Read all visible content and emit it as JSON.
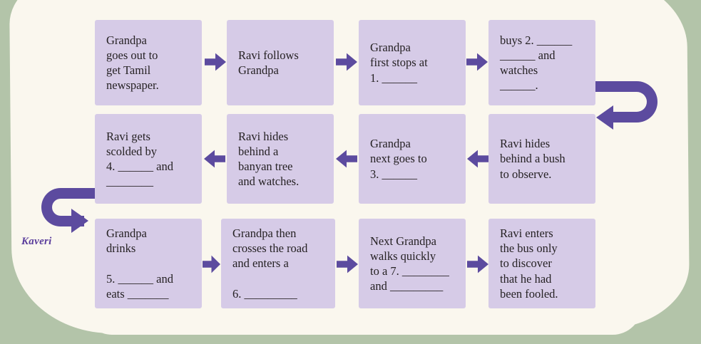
{
  "theme": {
    "canvas_background": "#b3c4a9",
    "paper_color": "#faf7ee",
    "box_fill": "#d6cbe7",
    "arrow_color": "#5c4b9f",
    "text_color": "#262224",
    "annotation_color": "#5a3d9c"
  },
  "annotation": {
    "label": "Kaveri"
  },
  "flowchart": {
    "boxes": [
      {
        "id": 1,
        "text": "Grandpa\ngoes out to\nget Tamil\nnewspaper."
      },
      {
        "id": 2,
        "text": "Ravi follows\nGrandpa"
      },
      {
        "id": 3,
        "text": "Grandpa\nfirst stops at\n1. ______"
      },
      {
        "id": 4,
        "text": "buys 2. ______\n______ and\nwatches\n______."
      },
      {
        "id": 5,
        "text": "Ravi hides\nbehind a bush\nto observe."
      },
      {
        "id": 6,
        "text": "Grandpa\nnext goes to\n3. ______"
      },
      {
        "id": 7,
        "text": "Ravi hides\nbehind a\nbanyan tree\nand watches."
      },
      {
        "id": 8,
        "text": "Ravi gets\nscolded by\n4. ______ and\n________"
      },
      {
        "id": 9,
        "text": "Grandpa\ndrinks\n\n5. ______ and\neats _______"
      },
      {
        "id": 10,
        "text": "Grandpa then\ncrosses the road\nand enters a\n\n6. _________"
      },
      {
        "id": 11,
        "text": "Next Grandpa\nwalks quickly\nto a 7. ________\nand _________"
      },
      {
        "id": 12,
        "text": "Ravi enters\nthe bus only\nto discover\nthat he had\nbeen fooled."
      }
    ]
  }
}
